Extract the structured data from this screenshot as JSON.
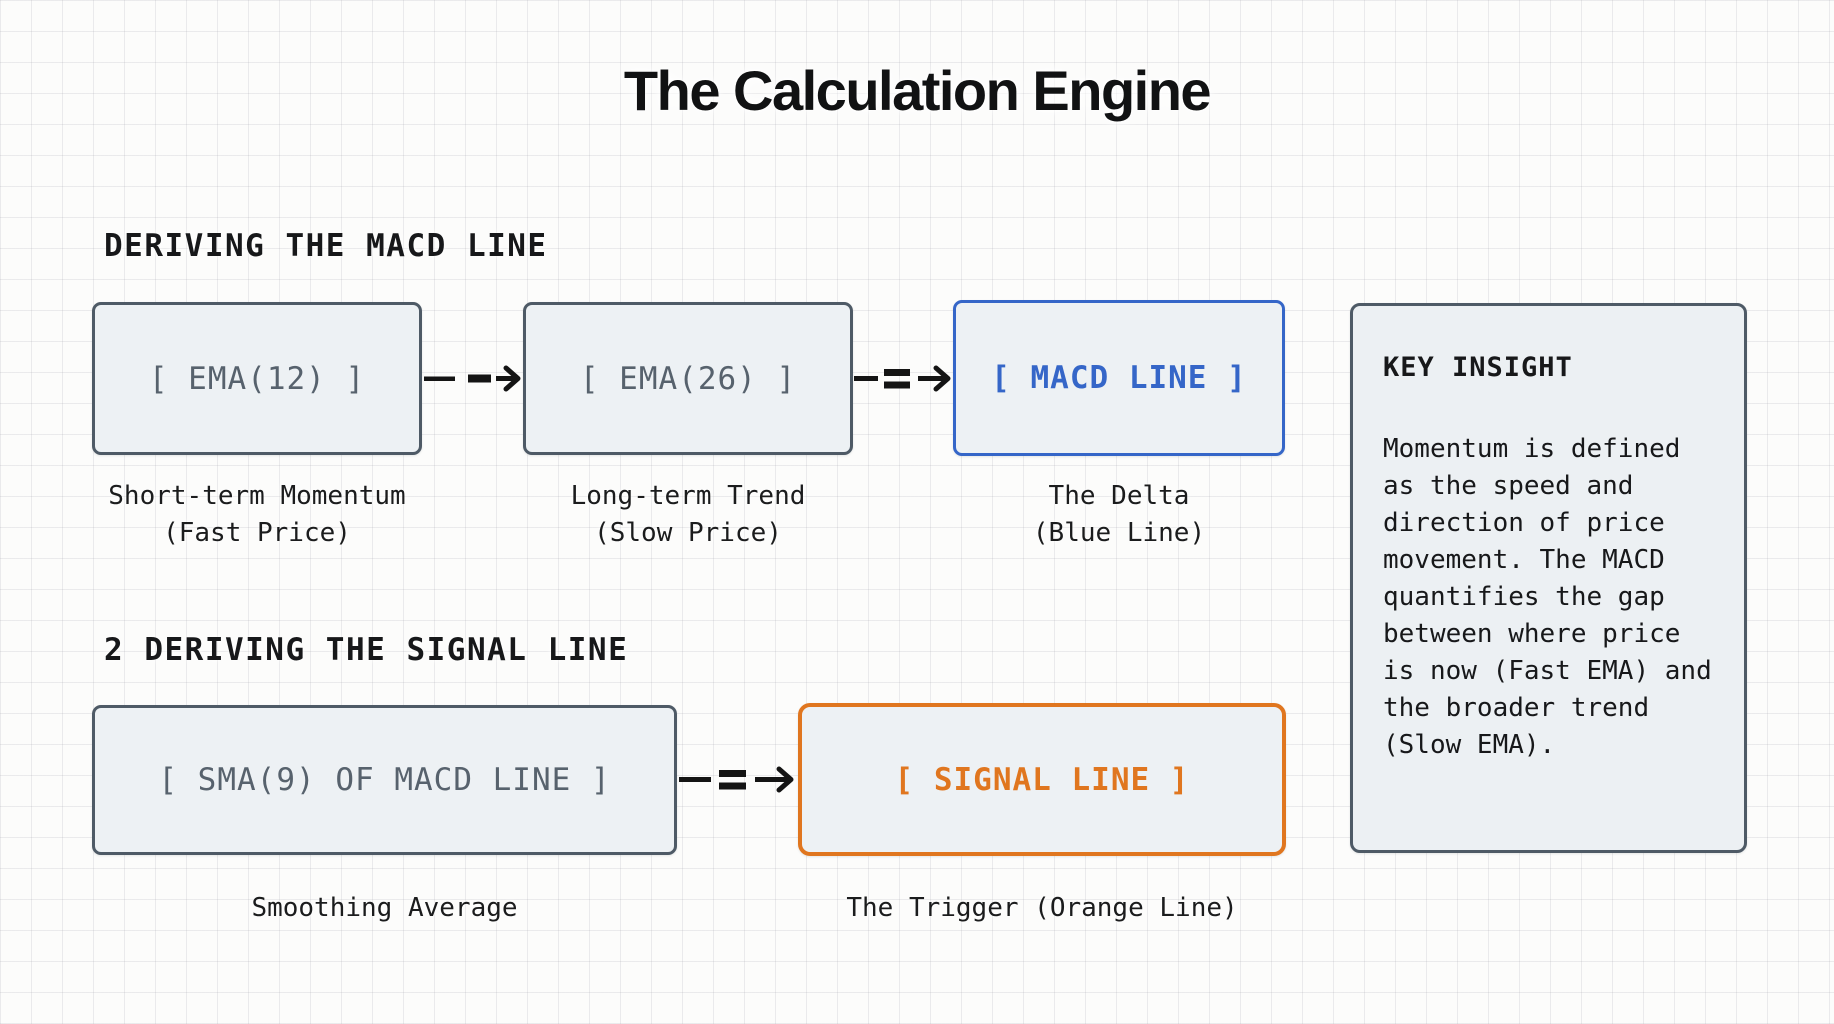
{
  "title": "The Calculation Engine",
  "sections": [
    {
      "heading": "DERIVING THE MACD LINE",
      "boxes": [
        {
          "label": "[ EMA(12) ]",
          "variant": "default",
          "caption": [
            "Short-term Momentum",
            "(Fast Price)"
          ]
        },
        {
          "label": "[ EMA(26) ]",
          "variant": "default",
          "caption": [
            "Long-term Trend",
            "(Slow Price)"
          ]
        },
        {
          "label": "[ MACD LINE ]",
          "variant": "blue",
          "caption": [
            "The Delta",
            "(Blue Line)"
          ]
        }
      ],
      "connectors": [
        "dashed-arrow",
        "equals-arrow"
      ]
    },
    {
      "heading": "2 DERIVING THE SIGNAL LINE",
      "boxes": [
        {
          "label": "[ SMA(9) OF MACD LINE ]",
          "variant": "default",
          "caption": [
            "Smoothing Average"
          ]
        },
        {
          "label": "[ SIGNAL LINE ]",
          "variant": "orange",
          "caption": [
            "The Trigger (Orange Line)"
          ]
        }
      ],
      "connectors": [
        "equals-arrow"
      ]
    }
  ],
  "insight": {
    "heading": "KEY INSIGHT",
    "body": "Momentum is defined as the speed and direction of price movement. The MACD quantifies the gap between where price is now (Fast EMA) and the broader trend (Slow EMA)."
  },
  "colors": {
    "blue_accent": "#3566c8",
    "orange_accent": "#e0761f",
    "slate_border": "#4e5a66",
    "box_fill": "#edf1f4",
    "box_text": "#57626d",
    "ink": "#141414"
  }
}
